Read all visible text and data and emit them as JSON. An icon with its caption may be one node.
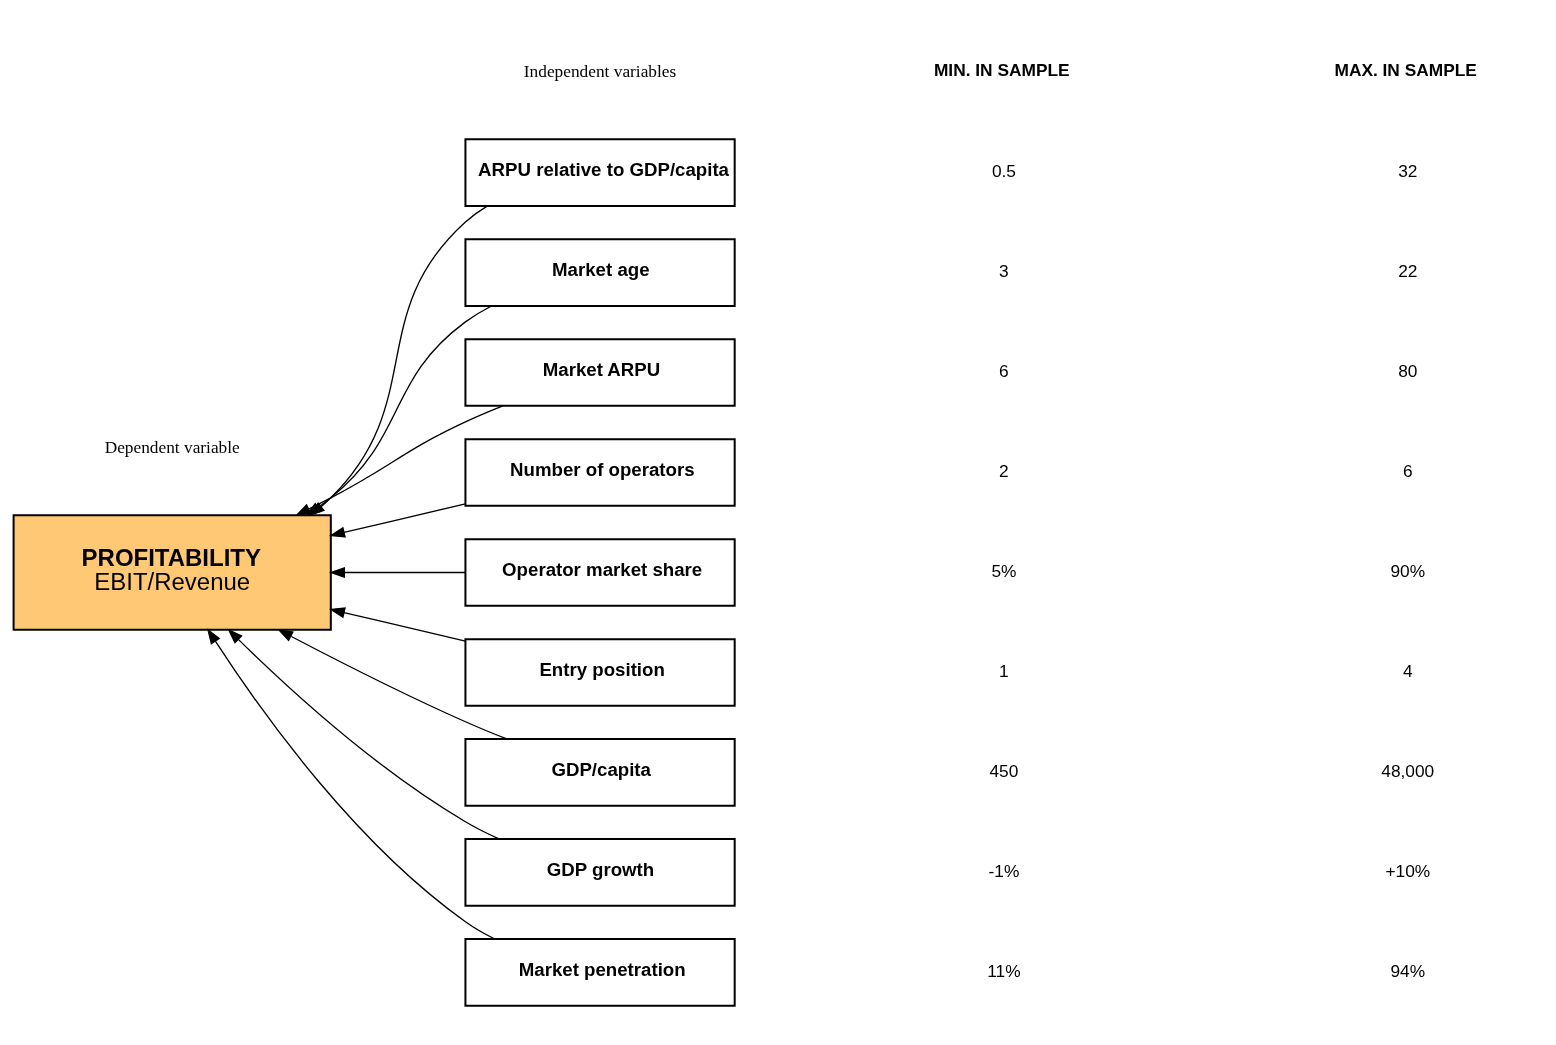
{
  "diagram": {
    "nodes": [
      {
        "text": [
          "PROFITABILITY",
          "EBIT/Revenue"
        ],
        "beside": [
          "Dependent variable"
        ]
      },
      {
        "text": [
          "ARPU relative to GDP/capita"
        ]
      },
      {
        "text": [
          "Market age"
        ]
      },
      {
        "text": [
          "Market ARPU"
        ]
      },
      {
        "text": [
          "Number of operators"
        ]
      },
      {
        "text": [
          "Operator market share"
        ]
      },
      {
        "text": [
          "Entry position"
        ]
      },
      {
        "text": [
          "GDP/capita"
        ]
      },
      {
        "text": [
          "GDP growth"
        ]
      },
      {
        "text": [
          "Market penetration"
        ]
      }
    ],
    "edges": [
      {
        "from": 1,
        "to": 0,
        "arrow": "to"
      },
      {
        "from": 2,
        "to": 0,
        "arrow": "to"
      },
      {
        "from": 3,
        "to": 0,
        "arrow": "to"
      },
      {
        "from": 4,
        "to": 0,
        "arrow": "to"
      },
      {
        "from": 5,
        "to": 0,
        "arrow": "to"
      },
      {
        "from": 6,
        "to": 0,
        "arrow": "to"
      },
      {
        "from": 7,
        "to": 0,
        "arrow": "to"
      },
      {
        "from": 8,
        "to": 0,
        "arrow": "to"
      },
      {
        "from": 9,
        "to": 0,
        "arrow": "to"
      }
    ],
    "labels": [
      "Independent variables",
      "MIN. IN SAMPLE",
      "MAX. IN SAMPLE",
      "0.5",
      "32",
      "3",
      "22",
      "6",
      "80",
      "2",
      "6",
      "5%",
      "90%",
      "1",
      "4",
      "450",
      "48,000",
      "-1%",
      "+10%",
      "11%",
      "94%"
    ]
  }
}
